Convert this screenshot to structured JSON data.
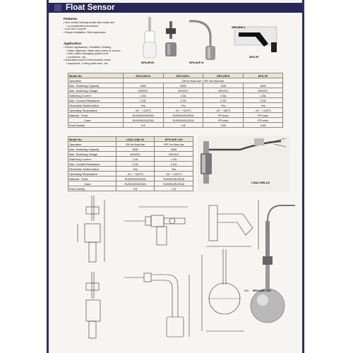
{
  "title": "Float Sensor",
  "features": {
    "heading": "Features",
    "items": [
      "Non contact sensing avoids false action due",
      "to complicated mechanism",
      "Low cost, Long life",
      "Simple installation, Wide application"
    ]
  },
  "application": {
    "heading": "Application",
    "items": [
      "Electric applications, Humidifier, Drinking",
      "Water dispenser, Water tank control of vacuum",
      "toilet, Water displaying system of air",
      "conditioner...etc.",
      "Automated control Environmental control",
      "equipment, Cooling water tank...etc."
    ]
  },
  "photo_captions": {
    "sfs_suf_l": "SFS-SUF-L",
    "sfs_hf20": "SFS-HF20",
    "sfs_suf_h": "SFS-SUF-H",
    "sfs_vf": "SFS-VF",
    "lsaz": "LSAZ-10B-1/2",
    "sfs_suf_ls2": "SFS-SUF-LS2"
  },
  "table1": {
    "header": [
      "Model No.",
      "SFS-SUF-H",
      "SFS-SUF-L",
      "SFS-HF20",
      "SFS-VF"
    ],
    "operation_label": "Operation",
    "operation_value": "ON for float rise / OFF for float rise",
    "rows": [
      [
        "Max. Switching Capacity",
        "50W",
        "50W",
        "10W",
        "50W"
      ],
      [
        "Max. Switching Voltage",
        "200VDC",
        "200VDC",
        "200VDC",
        "200VDC"
      ],
      [
        "Switching Current",
        "1.0A",
        "1.0A",
        "0.5A",
        "1.0A"
      ],
      [
        "Max. Contact Resistance",
        "0.2Ω",
        "0.2Ω",
        "0.2Ω",
        "0.2Ω"
      ],
      [
        "Reversible Switch Action",
        "Yes",
        "Yes",
        "Yes",
        "Yes"
      ],
      [
        "Operating Temperature",
        "-20 ~ +120°C",
        "-20 ~ +120°C",
        "-20 ~ +80°C",
        "-20 ~ +105°C"
      ]
    ],
    "material_label": "Material",
    "float_label": "Float:",
    "case_label": "Case:",
    "float_row": [
      "SUS304/SUS316",
      "SUS304/SUS316",
      "PP foam",
      "PP foam"
    ],
    "case_row": [
      "SUS304/SUS316",
      "SUS304/SUS316",
      "PP resin",
      "PP resin"
    ],
    "gravity_label": "Float Gravity",
    "gravity_row": [
      "0.8",
      "0.8",
      "0.84",
      "0.65"
    ]
  },
  "table2": {
    "header": [
      "Model No.",
      "LSAZ-10B-1/2",
      "SFS-SUF-LS2"
    ],
    "rows": [
      [
        "Operation",
        "ON for float rise",
        "OFF for float rise"
      ],
      [
        "Max. Switching Capacity",
        "50W",
        "50W"
      ],
      [
        "Max. Switching Voltage",
        "200VDC",
        "200VDC"
      ],
      [
        "Switching Current",
        "1.0A",
        "1.0A"
      ],
      [
        "Max. Contact Resistance",
        "0.2Ω",
        "0.2Ω"
      ],
      [
        "Reversible Switch Action",
        "Yes",
        "Yes"
      ],
      [
        "Operating Temperature",
        "-20 ~ +120°C",
        "-20 ~ +120°C"
      ]
    ],
    "material_label": "Material",
    "float_label": "Float:",
    "case_label": "Case:",
    "float_row": [
      "SUS304/SUS316",
      "SUS304/SUS316"
    ],
    "case_row": [
      "SUS304/SUS316",
      "SUS304/SUS316"
    ],
    "gravity_label": "Float Gravity",
    "gravity_row": [
      "0.8",
      "0.8"
    ]
  }
}
